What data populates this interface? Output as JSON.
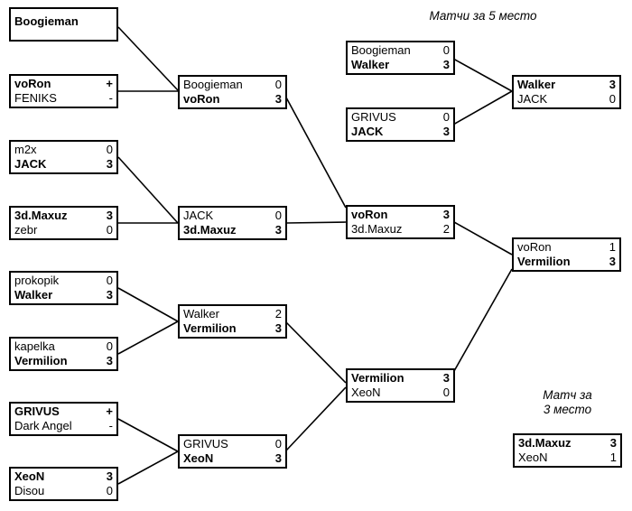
{
  "titles": {
    "fifth_place": "Матчи за 5 место",
    "third_place_line1": "Матч за",
    "third_place_line2": "3 место"
  },
  "colors": {
    "background": "#ffffff",
    "box_border": "#000000",
    "text": "#000000",
    "connector_line": "#000000"
  },
  "bracket": {
    "round1": [
      {
        "p1": {
          "name": "Boogieman",
          "score": "",
          "bold": true
        },
        "p2": {
          "name": "",
          "score": "",
          "bold": false
        }
      },
      {
        "p1": {
          "name": "voRon",
          "score": "+",
          "bold": true
        },
        "p2": {
          "name": "FENIKS",
          "score": "-",
          "bold": false
        }
      },
      {
        "p1": {
          "name": "m2x",
          "score": "0",
          "bold": false
        },
        "p2": {
          "name": "JACK",
          "score": "3",
          "bold": true
        }
      },
      {
        "p1": {
          "name": "3d.Maxuz",
          "score": "3",
          "bold": true
        },
        "p2": {
          "name": "zebr",
          "score": "0",
          "bold": false
        }
      },
      {
        "p1": {
          "name": "prokopik",
          "score": "0",
          "bold": false
        },
        "p2": {
          "name": "Walker",
          "score": "3",
          "bold": true
        }
      },
      {
        "p1": {
          "name": "kapelka",
          "score": "0",
          "bold": false
        },
        "p2": {
          "name": "Vermilion",
          "score": "3",
          "bold": true
        }
      },
      {
        "p1": {
          "name": "GRIVUS",
          "score": "+",
          "bold": true
        },
        "p2": {
          "name": "Dark Angel",
          "score": "-",
          "bold": false
        }
      },
      {
        "p1": {
          "name": "XeoN",
          "score": "3",
          "bold": true
        },
        "p2": {
          "name": "Disou",
          "score": "0",
          "bold": false
        }
      }
    ],
    "round2": [
      {
        "p1": {
          "name": "Boogieman",
          "score": "0",
          "bold": false
        },
        "p2": {
          "name": "voRon",
          "score": "3",
          "bold": true
        }
      },
      {
        "p1": {
          "name": "JACK",
          "score": "0",
          "bold": false
        },
        "p2": {
          "name": "3d.Maxuz",
          "score": "3",
          "bold": true
        }
      },
      {
        "p1": {
          "name": "Walker",
          "score": "2",
          "bold": false
        },
        "p2": {
          "name": "Vermilion",
          "score": "3",
          "bold": true
        }
      },
      {
        "p1": {
          "name": "GRIVUS",
          "score": "0",
          "bold": false
        },
        "p2": {
          "name": "XeoN",
          "score": "3",
          "bold": true
        }
      }
    ],
    "semifinals": [
      {
        "p1": {
          "name": "voRon",
          "score": "3",
          "bold": true
        },
        "p2": {
          "name": "3d.Maxuz",
          "score": "2",
          "bold": false
        }
      },
      {
        "p1": {
          "name": "Vermilion",
          "score": "3",
          "bold": true
        },
        "p2": {
          "name": "XeoN",
          "score": "0",
          "bold": false
        }
      }
    ],
    "final": {
      "p1": {
        "name": "voRon",
        "score": "1",
        "bold": false
      },
      "p2": {
        "name": "Vermilion",
        "score": "3",
        "bold": true
      }
    },
    "fifth_place": {
      "semis": [
        {
          "p1": {
            "name": "Boogieman",
            "score": "0",
            "bold": false
          },
          "p2": {
            "name": "Walker",
            "score": "3",
            "bold": true
          }
        },
        {
          "p1": {
            "name": "GRIVUS",
            "score": "0",
            "bold": false
          },
          "p2": {
            "name": "JACK",
            "score": "3",
            "bold": true
          }
        }
      ],
      "final": {
        "p1": {
          "name": "Walker",
          "score": "3",
          "bold": true
        },
        "p2": {
          "name": "JACK",
          "score": "0",
          "bold": false
        }
      }
    },
    "third_place": {
      "p1": {
        "name": "3d.Maxuz",
        "score": "3",
        "bold": true
      },
      "p2": {
        "name": "XeoN",
        "score": "1",
        "bold": false
      }
    }
  }
}
